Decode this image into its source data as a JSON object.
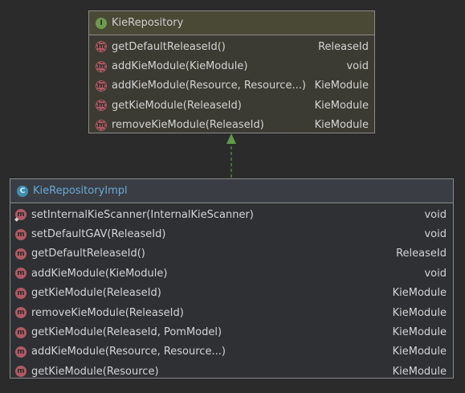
{
  "interface": {
    "name": "KieRepository",
    "icon": "interface-icon",
    "methods": [
      {
        "name": "getDefaultReleaseId()",
        "type": "ReleaseId"
      },
      {
        "name": "addKieModule(KieModule)",
        "type": "void"
      },
      {
        "name": "addKieModule(Resource, Resource...)",
        "type": "KieModule"
      },
      {
        "name": "getKieModule(ReleaseId)",
        "type": "KieModule"
      },
      {
        "name": "removeKieModule(ReleaseId)",
        "type": "KieModule"
      }
    ]
  },
  "implementation": {
    "name": "KieRepositoryImpl",
    "icon": "class-icon",
    "methods": [
      {
        "name": "setInternalKieScanner(InternalKieScanner)",
        "type": "void"
      },
      {
        "name": "setDefaultGAV(ReleaseId)",
        "type": "void"
      },
      {
        "name": "getDefaultReleaseId()",
        "type": "ReleaseId"
      },
      {
        "name": "addKieModule(KieModule)",
        "type": "void"
      },
      {
        "name": "getKieModule(ReleaseId)",
        "type": "KieModule"
      },
      {
        "name": "removeKieModule(ReleaseId)",
        "type": "KieModule"
      },
      {
        "name": "getKieModule(ReleaseId, PomModel)",
        "type": "KieModule"
      },
      {
        "name": "addKieModule(Resource, Resource...)",
        "type": "KieModule"
      },
      {
        "name": "getKieModule(Resource)",
        "type": "KieModule"
      }
    ]
  },
  "colors": {
    "background": "#2b2b2b",
    "interface_header": "#4a4936",
    "class_name": "#68a9d6",
    "method_icon": "#b05a64",
    "arrow": "#5f9b48"
  },
  "relationship": {
    "type": "realization",
    "from": "KieRepositoryImpl",
    "to": "KieRepository"
  }
}
